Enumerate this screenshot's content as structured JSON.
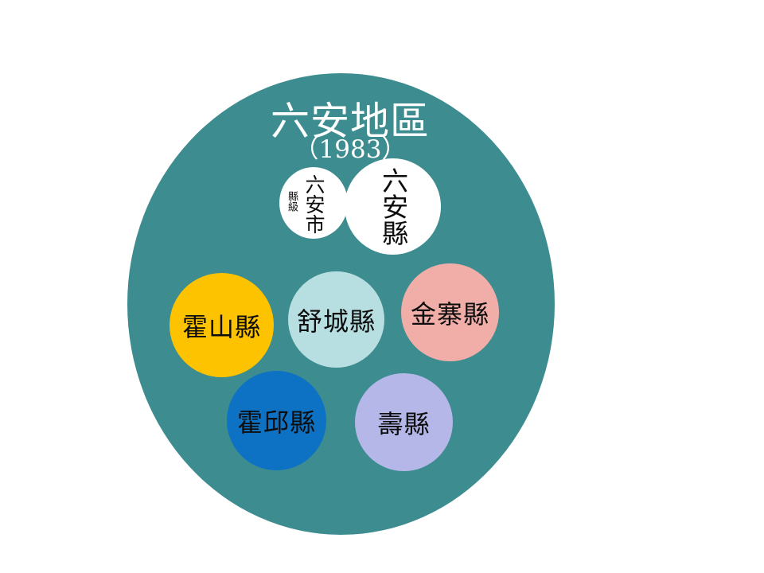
{
  "diagram": {
    "type": "nested-circle-administrative-division",
    "region": {
      "name": "六安地區",
      "year": "（1983）",
      "color": "#3d8c8f"
    },
    "nodes": [
      {
        "id": "liuan-city",
        "name": "六安市",
        "rank": "縣級",
        "color": "#ffffff",
        "text_color": "#0d0d0d",
        "orientation": "vertical"
      },
      {
        "id": "liuan-county",
        "name": "六安縣",
        "color": "#ffffff",
        "text_color": "#0d0d0d",
        "orientation": "vertical"
      },
      {
        "id": "huoshan-county",
        "name": "霍山縣",
        "color": "#fdc300",
        "text_color": "#0d0d0d",
        "orientation": "horizontal"
      },
      {
        "id": "shucheng-county",
        "name": "舒城縣",
        "color": "#b7dfe2",
        "text_color": "#0d0d0d",
        "orientation": "horizontal"
      },
      {
        "id": "jinzhai-county",
        "name": "金寨縣",
        "color": "#f1aea8",
        "text_color": "#0d0d0d",
        "orientation": "horizontal"
      },
      {
        "id": "huoqiu-county",
        "name": "霍邱縣",
        "color": "#0d72c4",
        "text_color": "#0d0d0d",
        "orientation": "horizontal"
      },
      {
        "id": "shou-county",
        "name": "壽縣",
        "color": "#b4b7e7",
        "text_color": "#0d0d0d",
        "orientation": "horizontal"
      }
    ]
  }
}
